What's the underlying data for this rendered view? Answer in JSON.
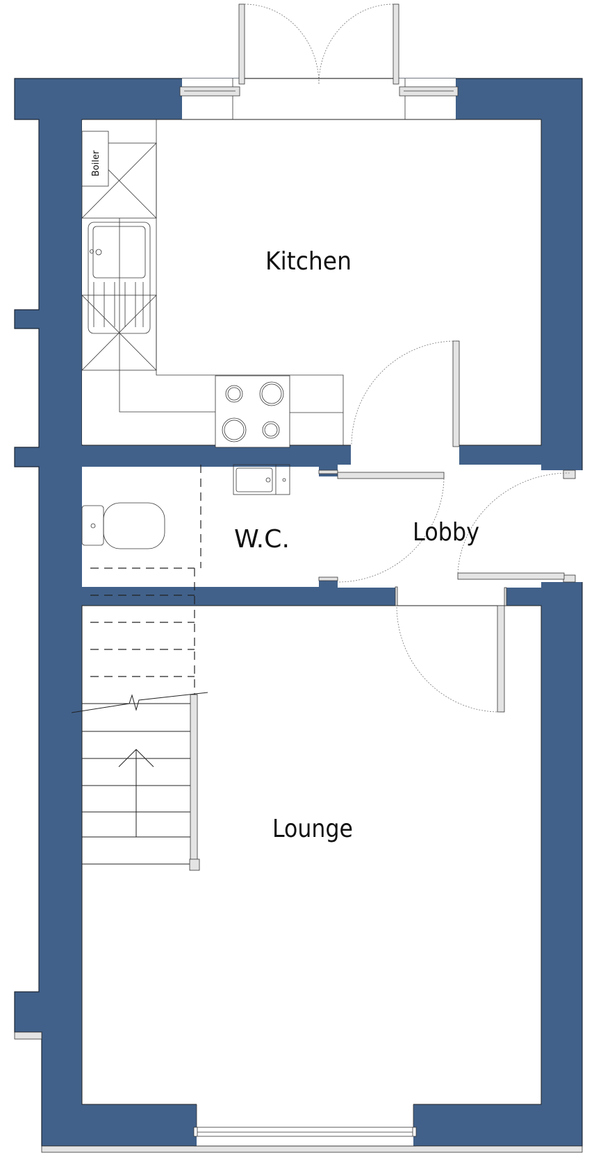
{
  "plan": {
    "rooms": {
      "kitchen": "Kitchen",
      "wc": "W.C.",
      "lobby": "Lobby",
      "lounge": "Lounge"
    },
    "fixtures": {
      "boiler": "Boiler"
    },
    "colors": {
      "wall": "#41618a",
      "background": "#ffffff",
      "frame": "#e4e4e4"
    }
  }
}
